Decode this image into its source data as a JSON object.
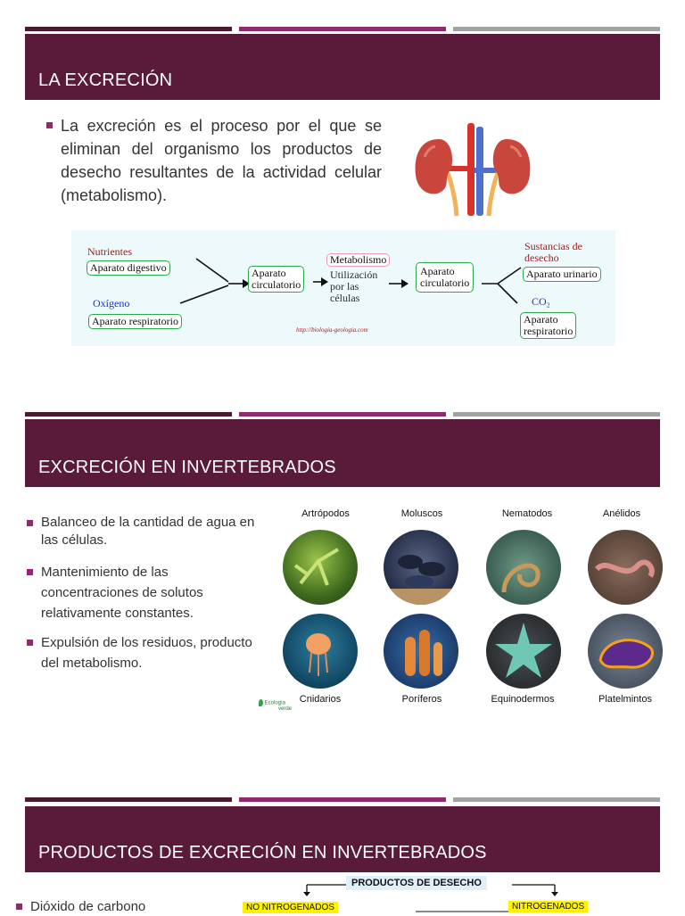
{
  "slide1": {
    "title": "LA EXCRECIÓN",
    "bullet": "La excreción es el proceso por el que se eliminan del organismo los productos de desecho resultantes de la actividad celular (metabolismo).",
    "diagram": {
      "nutrientes": "Nutrientes",
      "aparato_digestivo": "Aparato digestivo",
      "oxigeno": "Oxígeno",
      "aparato_respiratorio": "Aparato respiratorio",
      "aparato_circulatorio_1a": "Aparato",
      "aparato_circulatorio_1b": "circulatorio",
      "metabolismo": "Metabolismo",
      "utilizacion_1": "Utilización",
      "utilizacion_2": "por las",
      "utilizacion_3": "células",
      "aparato_circulatorio_2a": "Aparato",
      "aparato_circulatorio_2b": "circulatorio",
      "sustancias_1": "Sustancias de",
      "sustancias_2": "desecho",
      "aparato_urinario": "Aparato urinario",
      "co2": "CO₂",
      "aparato_respiratorio_2a": "Aparato",
      "aparato_respiratorio_2b": "respiratorio",
      "url": "http://biologia-geologia.com"
    },
    "colors": {
      "kidney": "#c8463c",
      "artery": "#d8322c",
      "vein": "#4f6fd0",
      "ureter": "#f2b25c"
    }
  },
  "slide2": {
    "title": "EXCRECIÓN EN INVERTEBRADOS",
    "bullets": [
      "Balanceo de la cantidad de agua en las células.",
      "Mantenimiento de las concentraciones de solutos relativamente constantes.",
      "Expulsión de los residuos, producto del metabolismo."
    ],
    "animals": [
      "Artrópodos",
      "Moluscos",
      "Nematodos",
      "Anélidos",
      "Cnidarios",
      "Poríferos",
      "Equinodermos",
      "Platelmintos"
    ],
    "logo": {
      "line1": "Ecología",
      "line2": "verde"
    }
  },
  "slide3": {
    "title": "PRODUCTOS DE EXCRECIÓN EN INVERTEBRADOS",
    "bullet": "Dióxido de carbono",
    "flow": {
      "root": "PRODUCTOS DE DESECHO",
      "left": "NO NITROGENADOS",
      "right": "NITROGENADOS"
    }
  }
}
